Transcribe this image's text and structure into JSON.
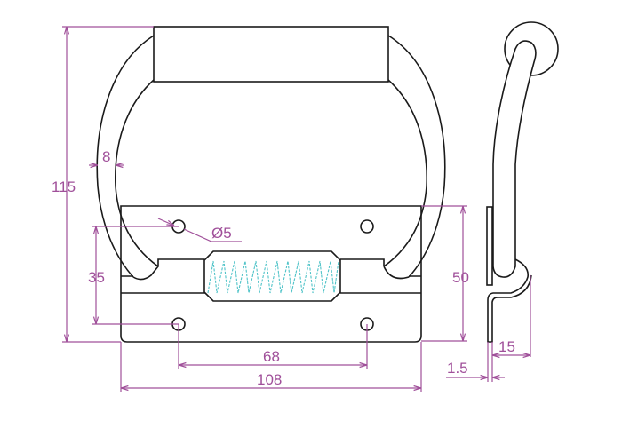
{
  "drawing": {
    "title": "Spring-loaded chest handle",
    "colors": {
      "outline": "#1a1a1a",
      "dimension": "#a0509a",
      "spring": "#4fc3c8"
    },
    "dimensions": {
      "overall_height": "115",
      "bar_width": "8",
      "hole_diameter": "Ø5",
      "hole_vertical_spacing": "35",
      "plate_height": "50",
      "hole_horizontal_spacing": "68",
      "plate_width": "108",
      "side_depth": "15",
      "plate_thickness": "1.5"
    }
  }
}
